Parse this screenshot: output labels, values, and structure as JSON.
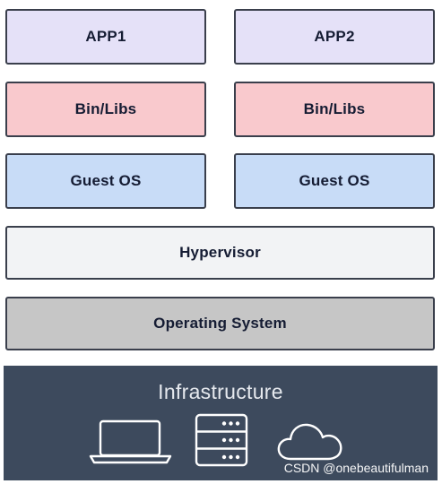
{
  "stack": {
    "left_column": {
      "app": "APP1",
      "libs": "Bin/Libs",
      "guest_os": "Guest OS"
    },
    "right_column": {
      "app": "APP2",
      "libs": "Bin/Libs",
      "guest_os": "Guest OS"
    },
    "hypervisor": "Hypervisor",
    "host_os": "Operating System"
  },
  "infrastructure": {
    "title": "Infrastructure",
    "icons": [
      "laptop-icon",
      "server-icon",
      "cloud-icon"
    ]
  },
  "watermark": "CSDN @onebeautifulman",
  "colors": {
    "app": "#e5e1f8",
    "libs": "#f9c9cd",
    "guest_os": "#c8dcf7",
    "hypervisor": "#f2f3f5",
    "host_os": "#c6c6c6",
    "infrastructure": "#3d4a5d",
    "border": "#3a3f4c"
  }
}
